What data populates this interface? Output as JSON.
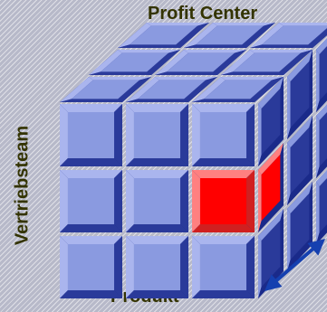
{
  "labels": {
    "top": "Profit Center",
    "bottom": "Produkt",
    "left": "Vertriebsteam"
  },
  "colors": {
    "label_text": "#333300",
    "cell_face": "#8a9ae0",
    "cell_bevel_light": "#aab5ee",
    "cell_bevel_dark": "#2a3a9a",
    "cell_gap": "#1a2a8a",
    "highlight_face": "#ff0000",
    "highlight_bevel": "#ff8080",
    "arrow": "#1540b0"
  },
  "cube": {
    "rows": 3,
    "cols": 3,
    "depth": 3,
    "highlighted_cell": {
      "row": 2,
      "col": 3,
      "face": "front"
    }
  },
  "icons": [
    "double-arrow-icon"
  ]
}
